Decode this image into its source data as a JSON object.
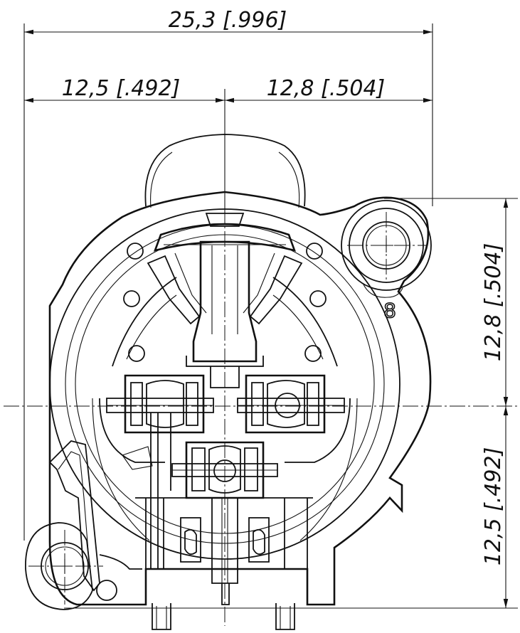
{
  "drawing": {
    "dimensions": {
      "overall_width": "25,3 [.996]",
      "left_width": "12,5 [.492]",
      "right_width": "12,8 [.504]",
      "upper_height": "12,8 [.504]",
      "lower_height": "12,5 [.492]"
    },
    "mounting_hole_label": "8",
    "colors": {
      "line": "#111111",
      "background": "#ffffff"
    }
  }
}
